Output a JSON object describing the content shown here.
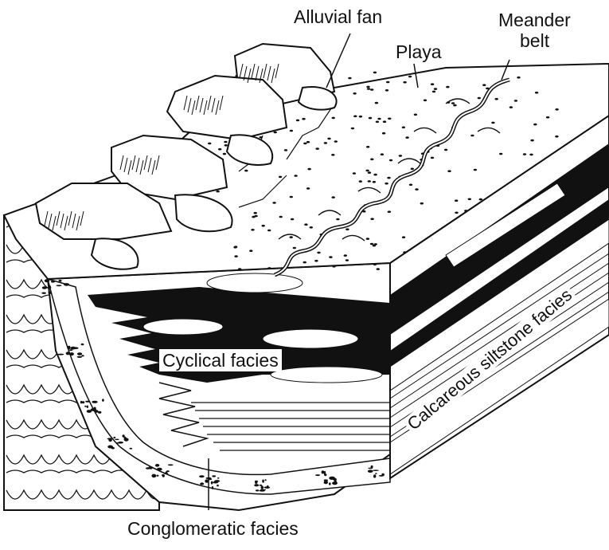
{
  "labels": {
    "alluvial_fan": "Alluvial fan",
    "meander": "Meander",
    "belt": "belt",
    "playa": "Playa",
    "cyclical_facies": "Cyclical facies",
    "calcareous_siltstone_facies": "Calcareous siltstone facies",
    "conglomeratic_facies": "Conglomeratic facies"
  },
  "colors": {
    "ink": "#111111",
    "paper": "#ffffff"
  }
}
